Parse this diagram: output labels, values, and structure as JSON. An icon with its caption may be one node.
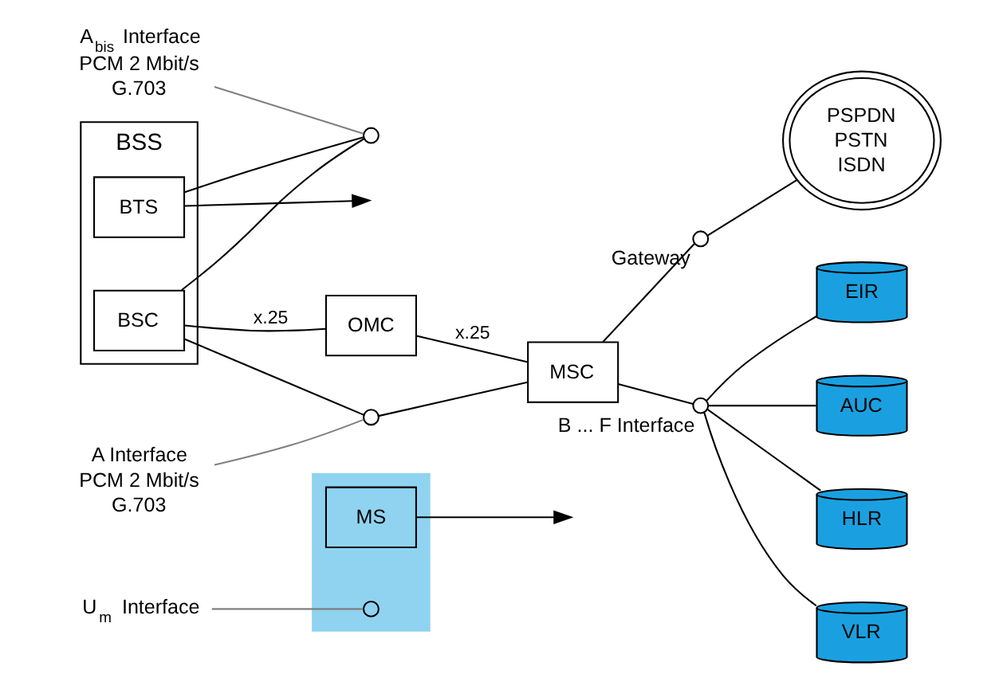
{
  "diagram": {
    "nodes": [
      {
        "text": [],
        "shape": "hexagon"
      },
      {
        "text": [
          "MS"
        ],
        "in": 0
      },
      {
        "text": [
          "BSS"
        ]
      },
      {
        "text": [
          "BTS"
        ],
        "in": 2
      },
      {
        "text": [
          "BSC"
        ],
        "in": 2
      },
      {
        "text": [
          "OMC"
        ]
      },
      {
        "text": [
          "MSC"
        ]
      },
      {
        "text": [
          "PSPDN",
          "PSTN",
          "ISDN"
        ]
      },
      {
        "text": [
          "HLR"
        ]
      },
      {
        "text": [
          "VLR"
        ]
      },
      {
        "text": [
          "EIR"
        ]
      },
      {
        "text": [
          "AUC"
        ]
      },
      {
        "text": [],
        "shape": "circle",
        "in": 0
      },
      {
        "text": [],
        "shape": "circle"
      },
      {
        "text": [],
        "shape": "circle"
      },
      {
        "text": [],
        "shape": "circle",
        "beside": [
          "Gateway"
        ]
      },
      {
        "text": [],
        "shape": "circle",
        "beside": [
          "B ... F Interface"
        ]
      },
      {
        "text": [
          "U$_{m}$ Interface"
        ]
      },
      {
        "text": [
          "A$_{bis}$ Interface",
          "PCM 2 Mbit/s",
          "G.703"
        ]
      },
      {
        "text": [
          "A Interface",
          "PCM 2 Mbit/s",
          "G.703"
        ]
      }
    ],
    "edges": [
      {
        "from": 1,
        "to": null,
        "arrow": "to"
      },
      {
        "from": 3,
        "to": null,
        "arrow": "to"
      },
      {
        "from": 3,
        "to": 13,
        "arrow": "none"
      },
      {
        "from": 13,
        "to": 4,
        "arrow": "none"
      },
      {
        "from": 4,
        "to": 14,
        "arrow": "none"
      },
      {
        "from": 14,
        "to": 6,
        "arrow": "none"
      },
      {
        "from": 4,
        "to": 5,
        "arrow": "none",
        "label": "x.25"
      },
      {
        "from": 5,
        "to": 6,
        "arrow": "none",
        "label": "x.25"
      },
      {
        "from": 6,
        "to": 15,
        "arrow": "none"
      },
      {
        "from": 15,
        "to": 7,
        "arrow": "none"
      },
      {
        "from": 6,
        "to": 16,
        "arrow": "none"
      },
      {
        "from": 16,
        "to": 8,
        "arrow": "none"
      },
      {
        "from": 16,
        "to": 9,
        "arrow": "none"
      },
      {
        "from": 16,
        "to": 10,
        "arrow": "none"
      },
      {
        "from": 16,
        "to": 11,
        "arrow": "none"
      },
      {
        "from": 17,
        "to": 12,
        "arrow": "none",
        "color": "#808080"
      },
      {
        "from": 18,
        "to": 13,
        "arrow": "none",
        "color": "#808080"
      },
      {
        "from": 19,
        "to": 14,
        "arrow": "none",
        "color": "#808080"
      }
    ]
  }
}
